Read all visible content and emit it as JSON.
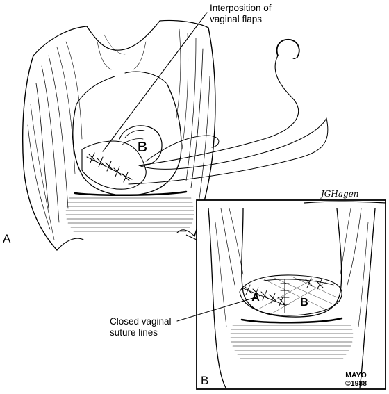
{
  "labels": {
    "interposition": [
      "Interposition of",
      "vaginal flaps"
    ],
    "closed": [
      "Closed vaginal",
      "suture lines"
    ]
  },
  "panels": {
    "a": "A",
    "b": "B"
  },
  "flaps": {
    "left": "A",
    "right": "B"
  },
  "credit": [
    "MAYO",
    "©1988"
  ],
  "signature": "JGHagen"
}
